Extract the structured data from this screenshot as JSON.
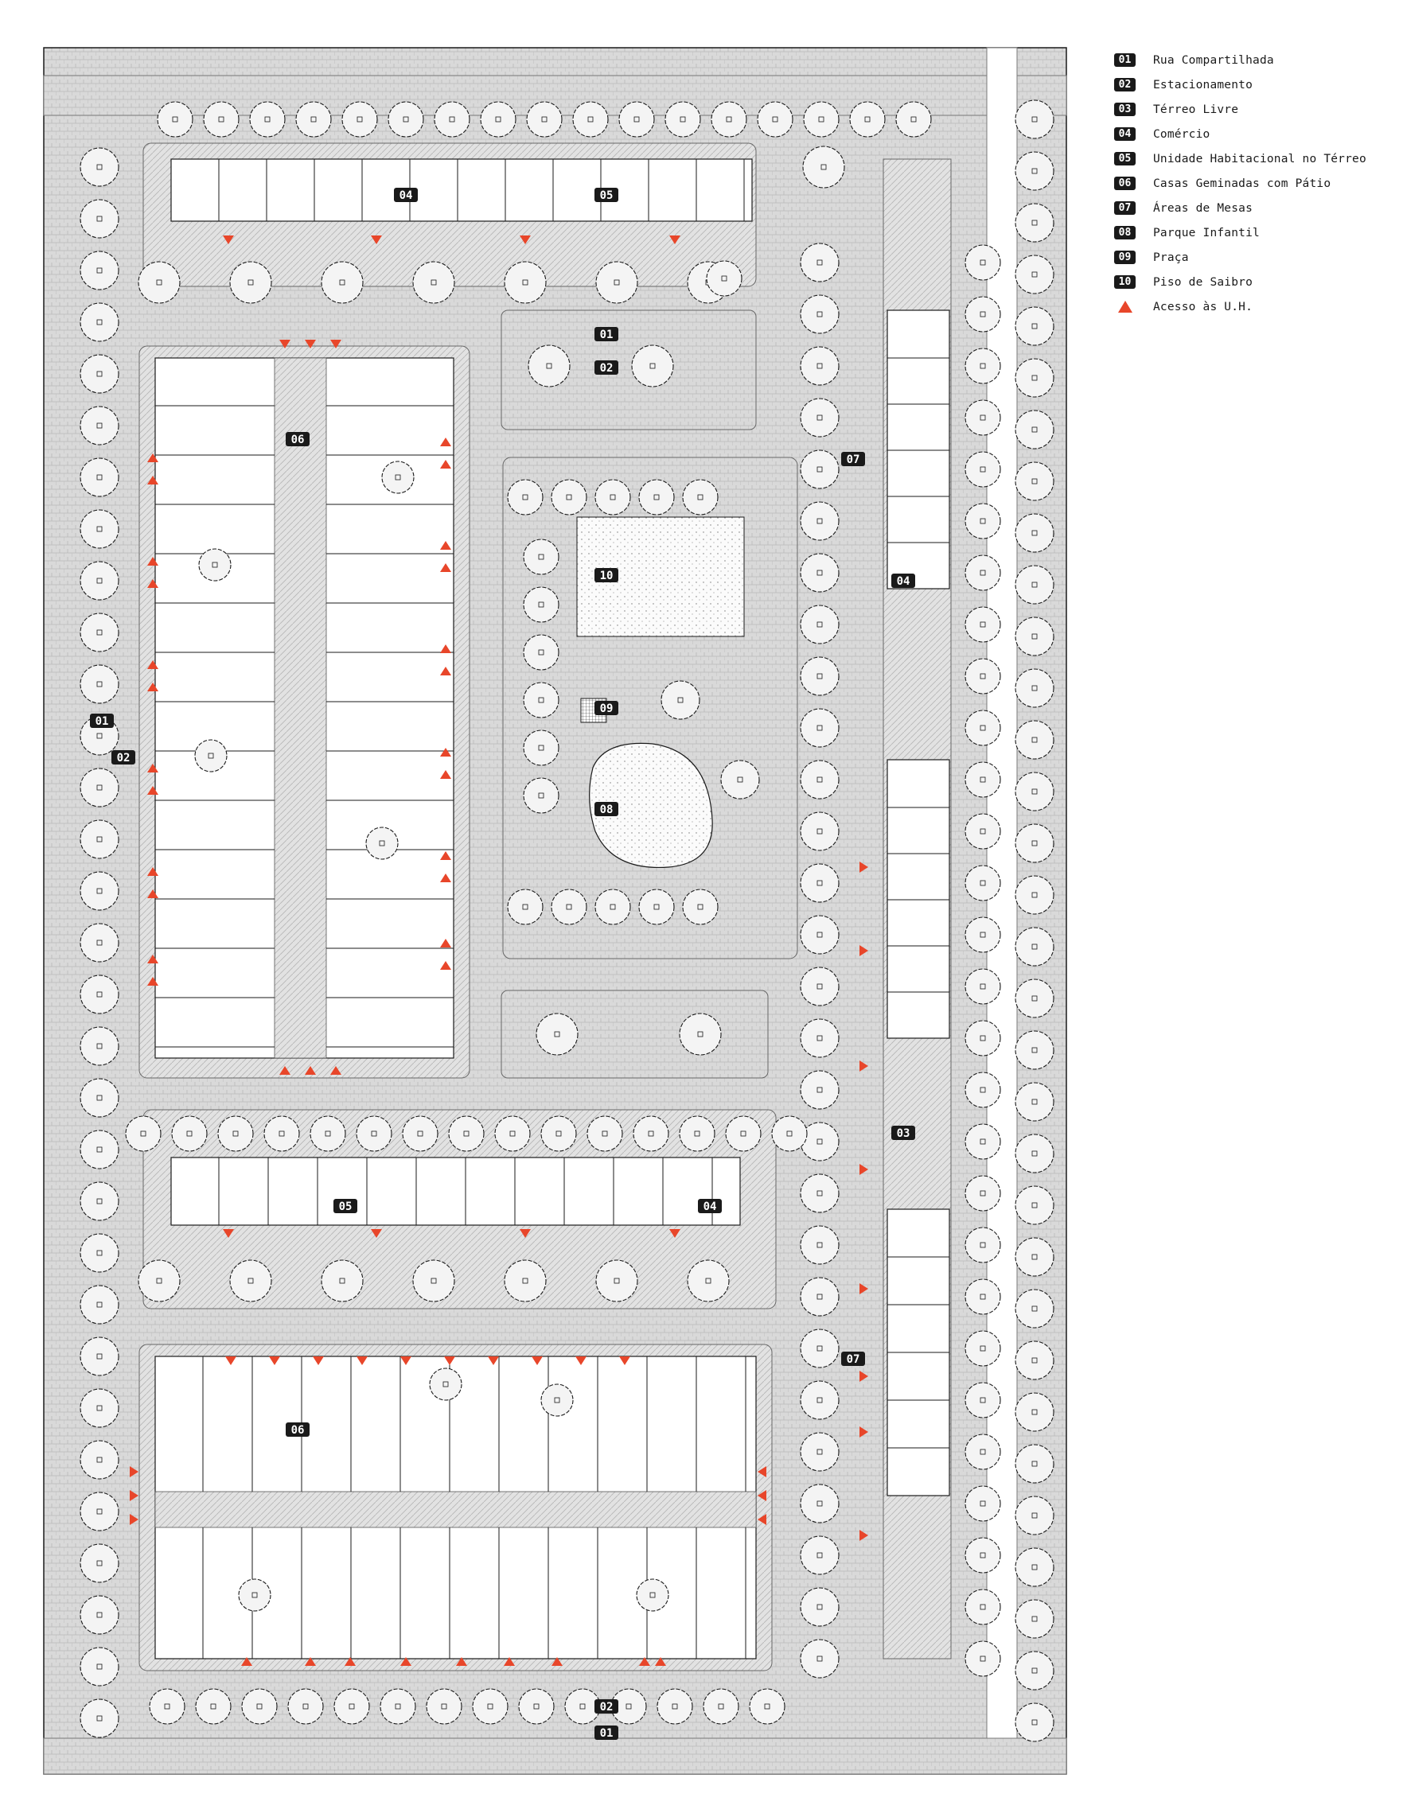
{
  "legend": [
    {
      "code": "01",
      "label": "Rua Compartilhada"
    },
    {
      "code": "02",
      "label": "Estacionamento"
    },
    {
      "code": "03",
      "label": "Térreo Livre"
    },
    {
      "code": "04",
      "label": "Comércio"
    },
    {
      "code": "05",
      "label": "Unidade Habitacional no Térreo"
    },
    {
      "code": "06",
      "label": "Casas Geminadas com Pátio"
    },
    {
      "code": "07",
      "label": "Áreas de Mesas"
    },
    {
      "code": "08",
      "label": "Parque Infantil"
    },
    {
      "code": "09",
      "label": "Praça"
    },
    {
      "code": "10",
      "label": "Piso de Saibro"
    }
  ],
  "legend_access_label": "Acesso às U.H.",
  "colors": {
    "accent": "#e8462a",
    "ink": "#1a1a1a",
    "paving": "#d4d4d4",
    "garden": "#e9e9e9",
    "building": "#ffffff"
  },
  "map_labels": [
    {
      "code": "04"
    },
    {
      "code": "05"
    },
    {
      "code": "01"
    },
    {
      "code": "02"
    },
    {
      "code": "06"
    },
    {
      "code": "07"
    },
    {
      "code": "10"
    },
    {
      "code": "04"
    },
    {
      "code": "01"
    },
    {
      "code": "02"
    },
    {
      "code": "09"
    },
    {
      "code": "08"
    },
    {
      "code": "05"
    },
    {
      "code": "04"
    },
    {
      "code": "03"
    },
    {
      "code": "07"
    },
    {
      "code": "06"
    },
    {
      "code": "02"
    },
    {
      "code": "01"
    }
  ]
}
